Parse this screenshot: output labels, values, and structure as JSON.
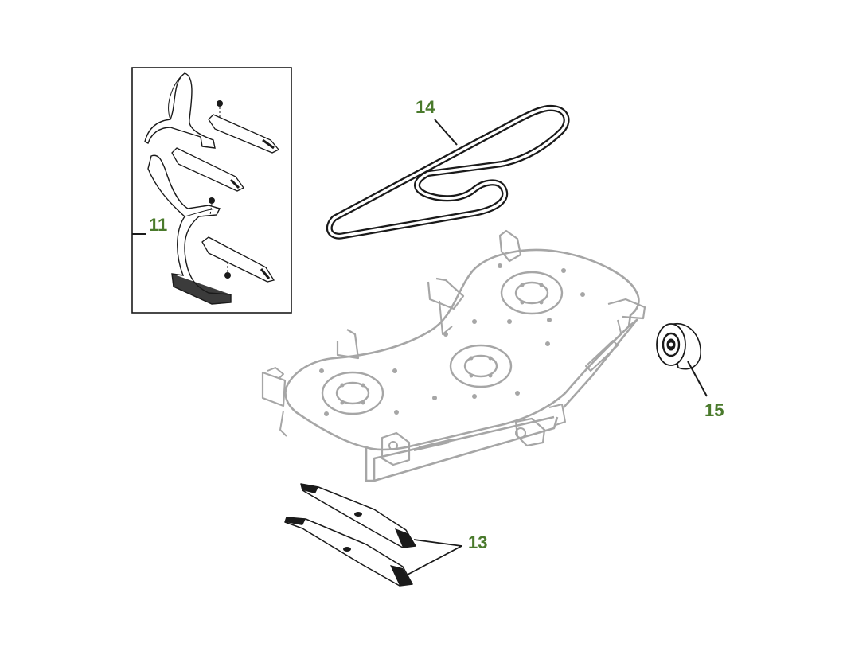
{
  "colors": {
    "callout": "#4a7a2c",
    "ink": "#1a1a1a",
    "deck": "#a6a6a6"
  },
  "callouts": {
    "c11": "11",
    "c13": "13",
    "c14": "14",
    "c15": "15"
  }
}
